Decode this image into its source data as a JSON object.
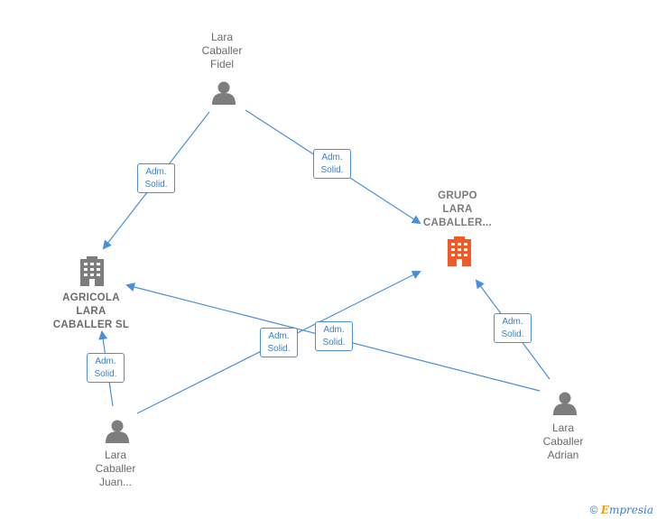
{
  "people": {
    "fidel": "Lara\nCaballer\nFidel",
    "juan": "Lara\nCaballer\nJuan...",
    "adrian": "Lara\nCaballer\nAdrian"
  },
  "companies": {
    "grupo": "GRUPO\nLARA\nCABALLER...",
    "agricola": "AGRICOLA\nLARA\nCABALLER  SL"
  },
  "edge_label": {
    "line1": "Adm.",
    "line2": "Solid."
  },
  "colors": {
    "edge": "#4a8fd9",
    "person": "#7d7d7d",
    "company": "#7d7d7d",
    "focus_company": "#f05a28"
  },
  "footer": {
    "symbol": "©",
    "brand_first": "E",
    "brand_rest": "mpresia"
  }
}
